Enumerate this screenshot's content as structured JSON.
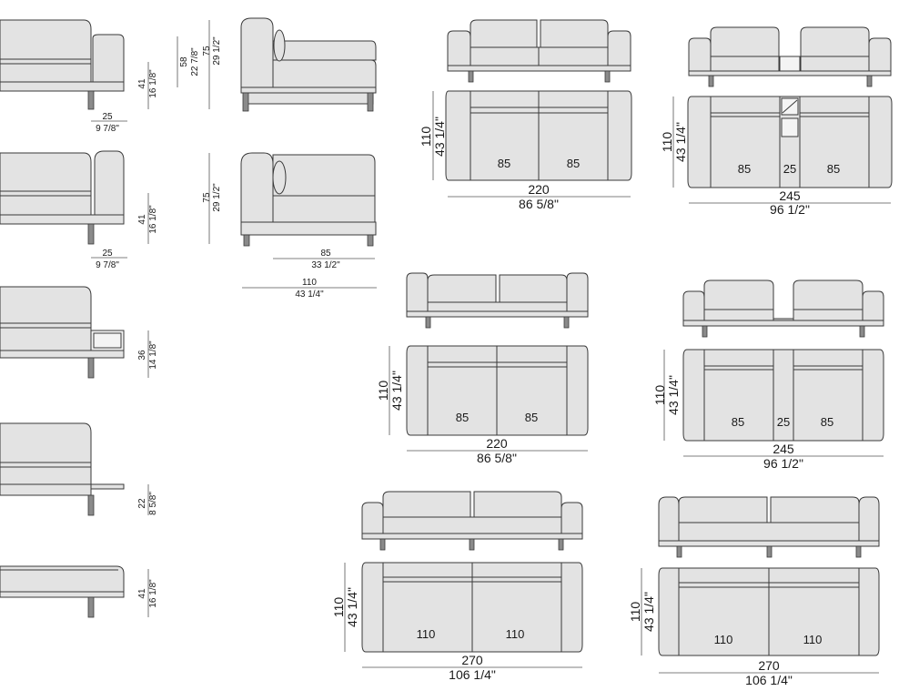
{
  "left_column": [
    {
      "h_cm": "41",
      "h_in": "16 1/8\"",
      "w_cm": "25",
      "w_in": "9 7/8\""
    },
    {
      "h_cm": "41",
      "h_in": "16 1/8\"",
      "w_cm": "25",
      "w_in": "9 7/8\""
    },
    {
      "h_cm": "36",
      "h_in": "14 1/8\""
    },
    {
      "h_cm": "22",
      "h_in": "8 5/8\""
    },
    {
      "h_cm": "41",
      "h_in": "16 1/8\""
    }
  ],
  "corner_modules": {
    "back_cm": "58",
    "back_in": "22 7/8\"",
    "top_h_cm": "75",
    "top_h_in": "29 1/2\"",
    "bottom_h_cm": "75",
    "bottom_h_in": "29 1/2\"",
    "w85_cm": "85",
    "w85_in": "33 1/2\"",
    "w110_cm": "110",
    "w110_in": "43 1/4\""
  },
  "sofas": [
    {
      "depth_cm": "110",
      "depth_in": "43 1/4\"",
      "width_cm": "220",
      "width_in": "86 5/8\"",
      "seats": [
        "85",
        "85"
      ]
    },
    {
      "depth_cm": "110",
      "depth_in": "43 1/4\"",
      "width_cm": "245",
      "width_in": "96 1/2\"",
      "seats": [
        "85",
        "25",
        "85"
      ]
    },
    {
      "depth_cm": "110",
      "depth_in": "43 1/4\"",
      "width_cm": "220",
      "width_in": "86 5/8\"",
      "seats": [
        "85",
        "85"
      ]
    },
    {
      "depth_cm": "110",
      "depth_in": "43 1/4\"",
      "width_cm": "245",
      "width_in": "96 1/2\"",
      "seats": [
        "85",
        "25",
        "85"
      ]
    },
    {
      "depth_cm": "110",
      "depth_in": "43 1/4\"",
      "width_cm": "270",
      "width_in": "106 1/4\"",
      "seats": [
        "110",
        "110"
      ]
    },
    {
      "depth_cm": "110",
      "depth_in": "43 1/4\"",
      "width_cm": "270",
      "width_in": "106 1/4\"",
      "seats": [
        "110",
        "110"
      ]
    }
  ]
}
